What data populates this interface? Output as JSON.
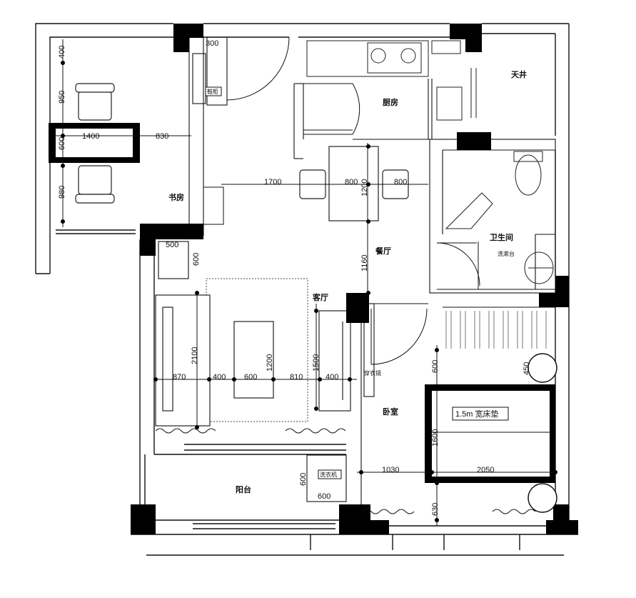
{
  "plan": {
    "rooms": {
      "study": "书房",
      "kitchen": "厨房",
      "skylight": "天井",
      "dining": "餐厅",
      "living": "客厅",
      "bathroom": "卫生间",
      "bedroom": "卧室",
      "balcony": "阳台"
    },
    "labels": {
      "shoe_cabinet": "鞋柜",
      "washer_tag": "洗衣机",
      "wardrobe": "穿衣镜",
      "bath_fixture": "洗漱台",
      "bed": "1.5m 宽床垫"
    },
    "dimensions": {
      "d400": "400",
      "d950": "950",
      "d600_study": "600",
      "d980": "980",
      "d1400": "1400",
      "d830": "830",
      "d300": "300",
      "d1700": "1700",
      "d800_left": "800",
      "d800_right": "800",
      "d1200_dining": "1200",
      "d1160": "1160",
      "d500": "500",
      "d600_cab": "600",
      "d2100": "2100",
      "d870": "870",
      "d400_a": "400",
      "d600_table": "600",
      "d1200_table": "1200",
      "d810": "810",
      "d400_b": "400",
      "d1500": "1500",
      "d600_bed_top": "600",
      "d450": "450",
      "d1600": "1600",
      "d1030": "1030",
      "d2050": "2050",
      "d630": "630",
      "d600_wm_v": "600",
      "d600_wm_h": "600"
    }
  }
}
